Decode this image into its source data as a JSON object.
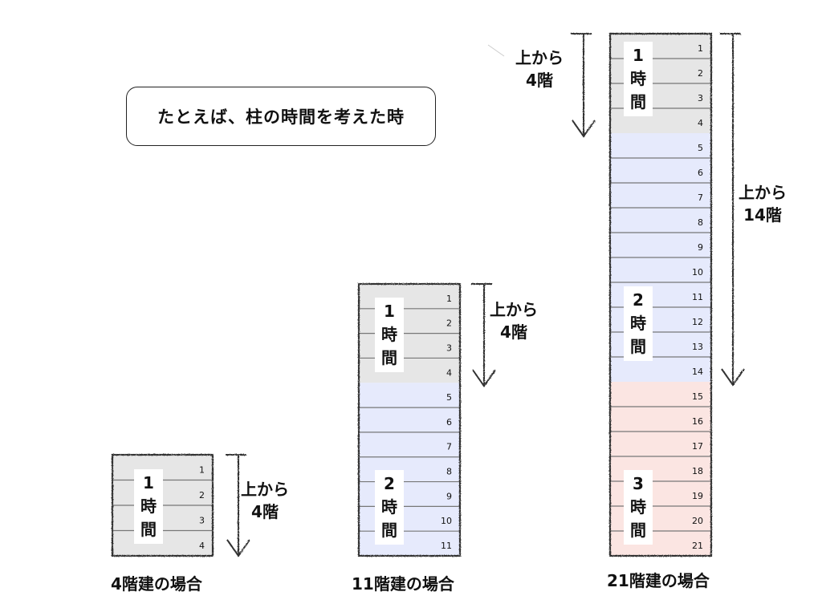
{
  "title_callout": "たとえば、柱の時間を考えた時",
  "colors": {
    "block_1h": "#e6e6e6",
    "block_2h": "#e6eafc",
    "block_3h": "#fbe5e2",
    "outline": "#333333",
    "floor_line": "#777777"
  },
  "buildings": [
    {
      "id": "4f",
      "caption": "4階建の場合",
      "total_floors": 4,
      "blocks": [
        {
          "hours_number": "1",
          "hours_chars": [
            "時",
            "間"
          ],
          "from_floor": 1,
          "to_floor": 4,
          "color_key": "block_1h"
        }
      ],
      "floor_labels": [
        "1",
        "2",
        "3",
        "4"
      ],
      "arrows": [
        {
          "line1": "上から",
          "line2": "4階",
          "floors": 4,
          "side": "right"
        }
      ]
    },
    {
      "id": "11f",
      "caption": "11階建の場合",
      "total_floors": 11,
      "blocks": [
        {
          "hours_number": "1",
          "hours_chars": [
            "時",
            "間"
          ],
          "from_floor": 1,
          "to_floor": 4,
          "color_key": "block_1h"
        },
        {
          "hours_number": "2",
          "hours_chars": [
            "時",
            "間"
          ],
          "from_floor": 5,
          "to_floor": 11,
          "color_key": "block_2h"
        }
      ],
      "floor_labels": [
        "1",
        "2",
        "3",
        "4",
        "5",
        "6",
        "7",
        "8",
        "9",
        "10",
        "11"
      ],
      "arrows": [
        {
          "line1": "上から",
          "line2": "4階",
          "floors": 4,
          "side": "right"
        }
      ]
    },
    {
      "id": "21f",
      "caption": "21階建の場合",
      "total_floors": 21,
      "blocks": [
        {
          "hours_number": "1",
          "hours_chars": [
            "時",
            "間"
          ],
          "from_floor": 1,
          "to_floor": 4,
          "color_key": "block_1h"
        },
        {
          "hours_number": "2",
          "hours_chars": [
            "時",
            "間"
          ],
          "from_floor": 5,
          "to_floor": 14,
          "color_key": "block_2h"
        },
        {
          "hours_number": "3",
          "hours_chars": [
            "時",
            "間"
          ],
          "from_floor": 15,
          "to_floor": 21,
          "color_key": "block_3h"
        }
      ],
      "floor_labels": [
        "1",
        "2",
        "3",
        "4",
        "5",
        "6",
        "7",
        "8",
        "9",
        "10",
        "11",
        "12",
        "13",
        "14",
        "15",
        "16",
        "17",
        "18",
        "19",
        "20",
        "21"
      ],
      "arrows": [
        {
          "line1": "上から",
          "line2": "4階",
          "floors": 4,
          "side": "left"
        },
        {
          "line1": "上から",
          "line2": "14階",
          "floors": 14,
          "side": "right"
        }
      ]
    }
  ]
}
